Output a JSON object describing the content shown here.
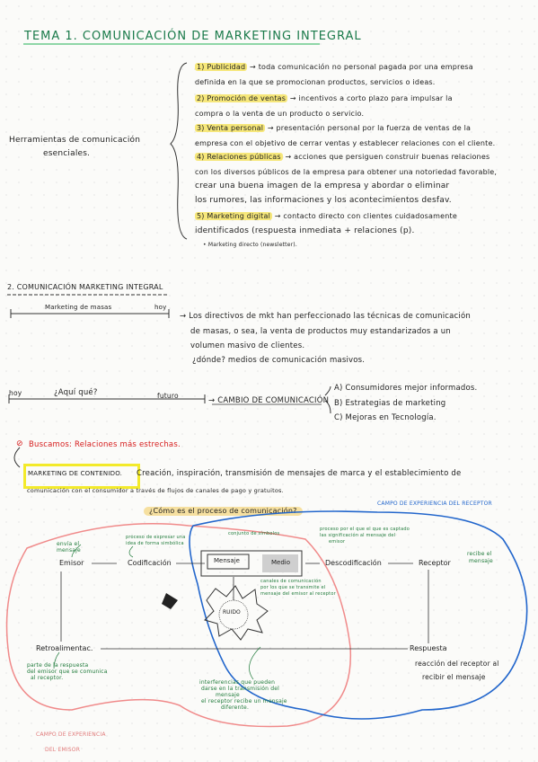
{
  "title": "TEMA 1. COMUNICACIÓN DE MARKETING INTEGRAL",
  "left_label": [
    "Herramientas de comunicación",
    "esenciales."
  ],
  "tools": {
    "l1": {
      "label": "1) Publicidad",
      "text": " → toda comunicación no personal pagada por una empresa"
    },
    "l2": "definida en la que se promocionan productos, servicios o ideas.",
    "l3": {
      "label": "2) Promoción de ventas",
      "text": " → incentivos a corto plazo para impulsar la"
    },
    "l4": "compra o la venta de un producto o servicio.",
    "l5": {
      "label": "3) Venta personal",
      "text": " → presentación personal por la fuerza de ventas de la"
    },
    "l6": "empresa con el objetivo de cerrar ventas y establecer relaciones con el cliente.",
    "l7": {
      "label": "4) Relaciones públicas",
      "text": " → acciones que persiguen construir buenas relaciones"
    },
    "l8": "con los diversos públicos de la empresa para obtener una notoriedad favorable,",
    "l9": "crear una buena imagen de la empresa y abordar o eliminar",
    "l10": "los rumores, las informaciones y los acontecimientos desfav.",
    "l11": {
      "label": "5) Marketing digital",
      "text": " → contacto directo con clientes cuidadosamente"
    },
    "l12": "identificados (respuesta inmediata + relaciones (p).",
    "l13": "• Marketing directo (newsletter)."
  },
  "section2": {
    "heading": "2. COMUNICACIÓN MARKETING INTEGRAL",
    "marketing_masas": "Marketing de masas",
    "hoy": "hoy",
    "desc": [
      "→ Los directivos de mkt han perfeccionado las técnicas de comunicación",
      "de masas, o sea, la venta de productos muy estandarizados a un",
      "volumen masivo de clientes.",
      "¿dónde? medios de comunicación masivos."
    ]
  },
  "section3": {
    "hoy": "hoy",
    "question": "¿Aquí qué?",
    "futuro": "futuro",
    "cambio": "→ CAMBIO DE COMUNICACIÓN",
    "items": [
      "A) Consumidores mejor informados.",
      "B) Estrategias de marketing",
      "C) Mejoras en Tecnología."
    ]
  },
  "section4": {
    "buscamos_label": "Buscamos",
    "buscamos_text": ": Relaciones más estrechas.",
    "mc_label": "MARKETING DE CONTENIDO.",
    "mc_text": " Creación, inspiración, transmisión de mensajes de marca y el establecimiento de",
    "mc_line2": "comunicación con el consumidor a través de flujos de canales de pago y gratuitos."
  },
  "diagram": {
    "question": "¿Cómo es el proceso de comunicación?",
    "campo_receptor": "CAMPO DE EXPERIENCIA DEL RECEPTOR",
    "campo_emisor": [
      "CAMPO DE EXPERIENCIA",
      "DEL EMISOR"
    ],
    "emisor": "Emisor",
    "codificacion": "Codificación",
    "mensaje": "Mensaje",
    "medio": "Medio",
    "descodificacion": "Descodificación",
    "receptor": "Receptor",
    "ruido": "RUIDO",
    "retroalimentacion": "Retroalimentac.",
    "respuesta": "Respuesta",
    "n_emisor": [
      "envía el",
      "mensaje"
    ],
    "n_codif": [
      "proceso de expresar una",
      "idea de forma simbólica"
    ],
    "n_mensaje": "conjunto de símbolos",
    "n_descod": [
      "proceso por el que el que es captado",
      "las significación al mensaje del",
      "emisor"
    ],
    "n_receptor": [
      "recibe el",
      "mensaje"
    ],
    "n_medio": [
      "canales de comunicación",
      "por los que se transmite el",
      "mensaje del emisor al receptor"
    ],
    "n_retro": [
      "parte de la respuesta",
      "del emisor que se comunica",
      "al receptor."
    ],
    "n_ruido": [
      "interferencias que pueden",
      "darse en la transmisión del",
      "mensaje",
      "el receptor recibe un mensaje",
      "diferente."
    ],
    "n_respuesta": [
      "reacción del receptor al",
      "recibir el mensaje"
    ]
  },
  "colors": {
    "title": "#1a7a4a",
    "highlight": "#f6e77a",
    "red": "#d61d1d",
    "blue": "#2266cc",
    "pink": "#f08a8a",
    "note_green": "#1f7a3a"
  }
}
